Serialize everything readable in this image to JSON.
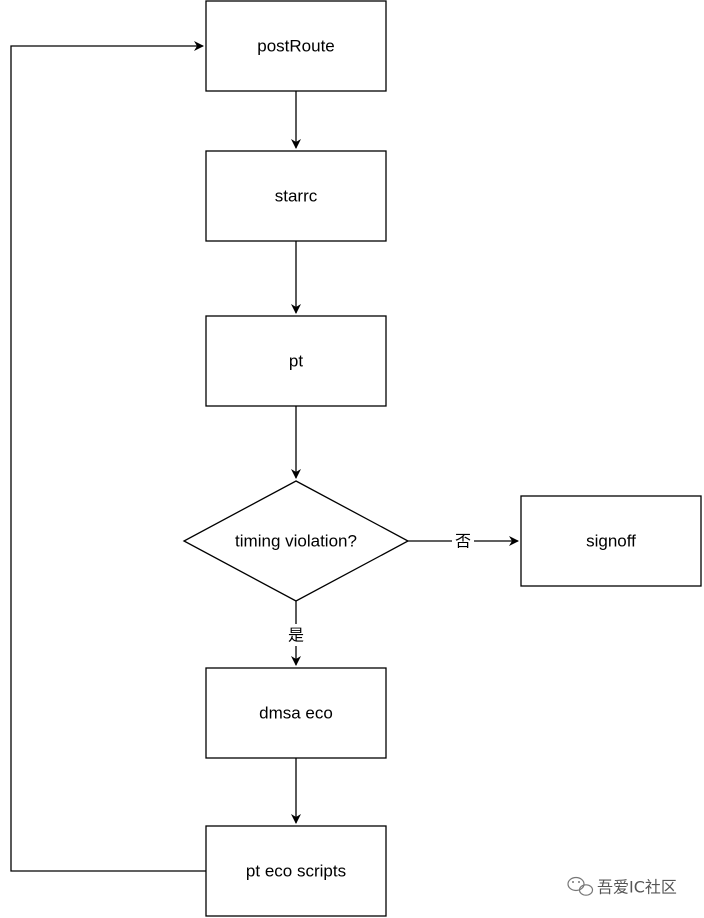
{
  "nodes": {
    "post_route": "postRoute",
    "starrc": "starrc",
    "pt": "pt",
    "timing_check": "timing violation?",
    "signoff": "signoff",
    "dmsa_eco": "dmsa eco",
    "pt_eco_scripts": "pt eco scripts"
  },
  "edge_labels": {
    "no": "否",
    "yes": "是"
  },
  "watermark": {
    "text": "吾爱IC社区",
    "icon": "wechat-icon"
  },
  "colors": {
    "stroke": "#000000",
    "fill": "#ffffff"
  }
}
